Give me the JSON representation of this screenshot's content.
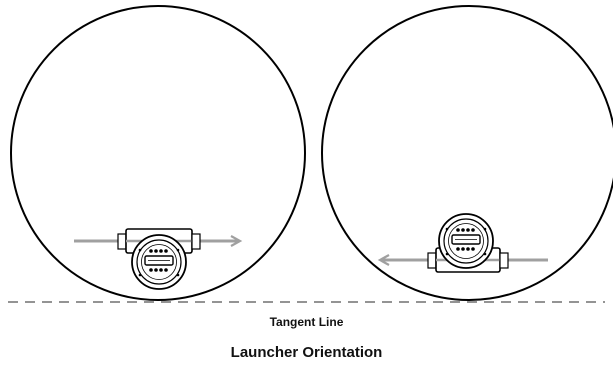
{
  "diagram": {
    "title": "Launcher Orientation",
    "tangent_label": "Tangent Line"
  },
  "views": [
    {
      "id": "left",
      "flow_direction": "right",
      "launcher_position": "center-left of pipe bottom"
    },
    {
      "id": "right",
      "flow_direction": "left",
      "launcher_position": "right of pipe bottom"
    }
  ],
  "colors": {
    "stroke": "#000000",
    "arrow": "#a0a0a0",
    "dash": "#555555",
    "text": "#111111"
  }
}
